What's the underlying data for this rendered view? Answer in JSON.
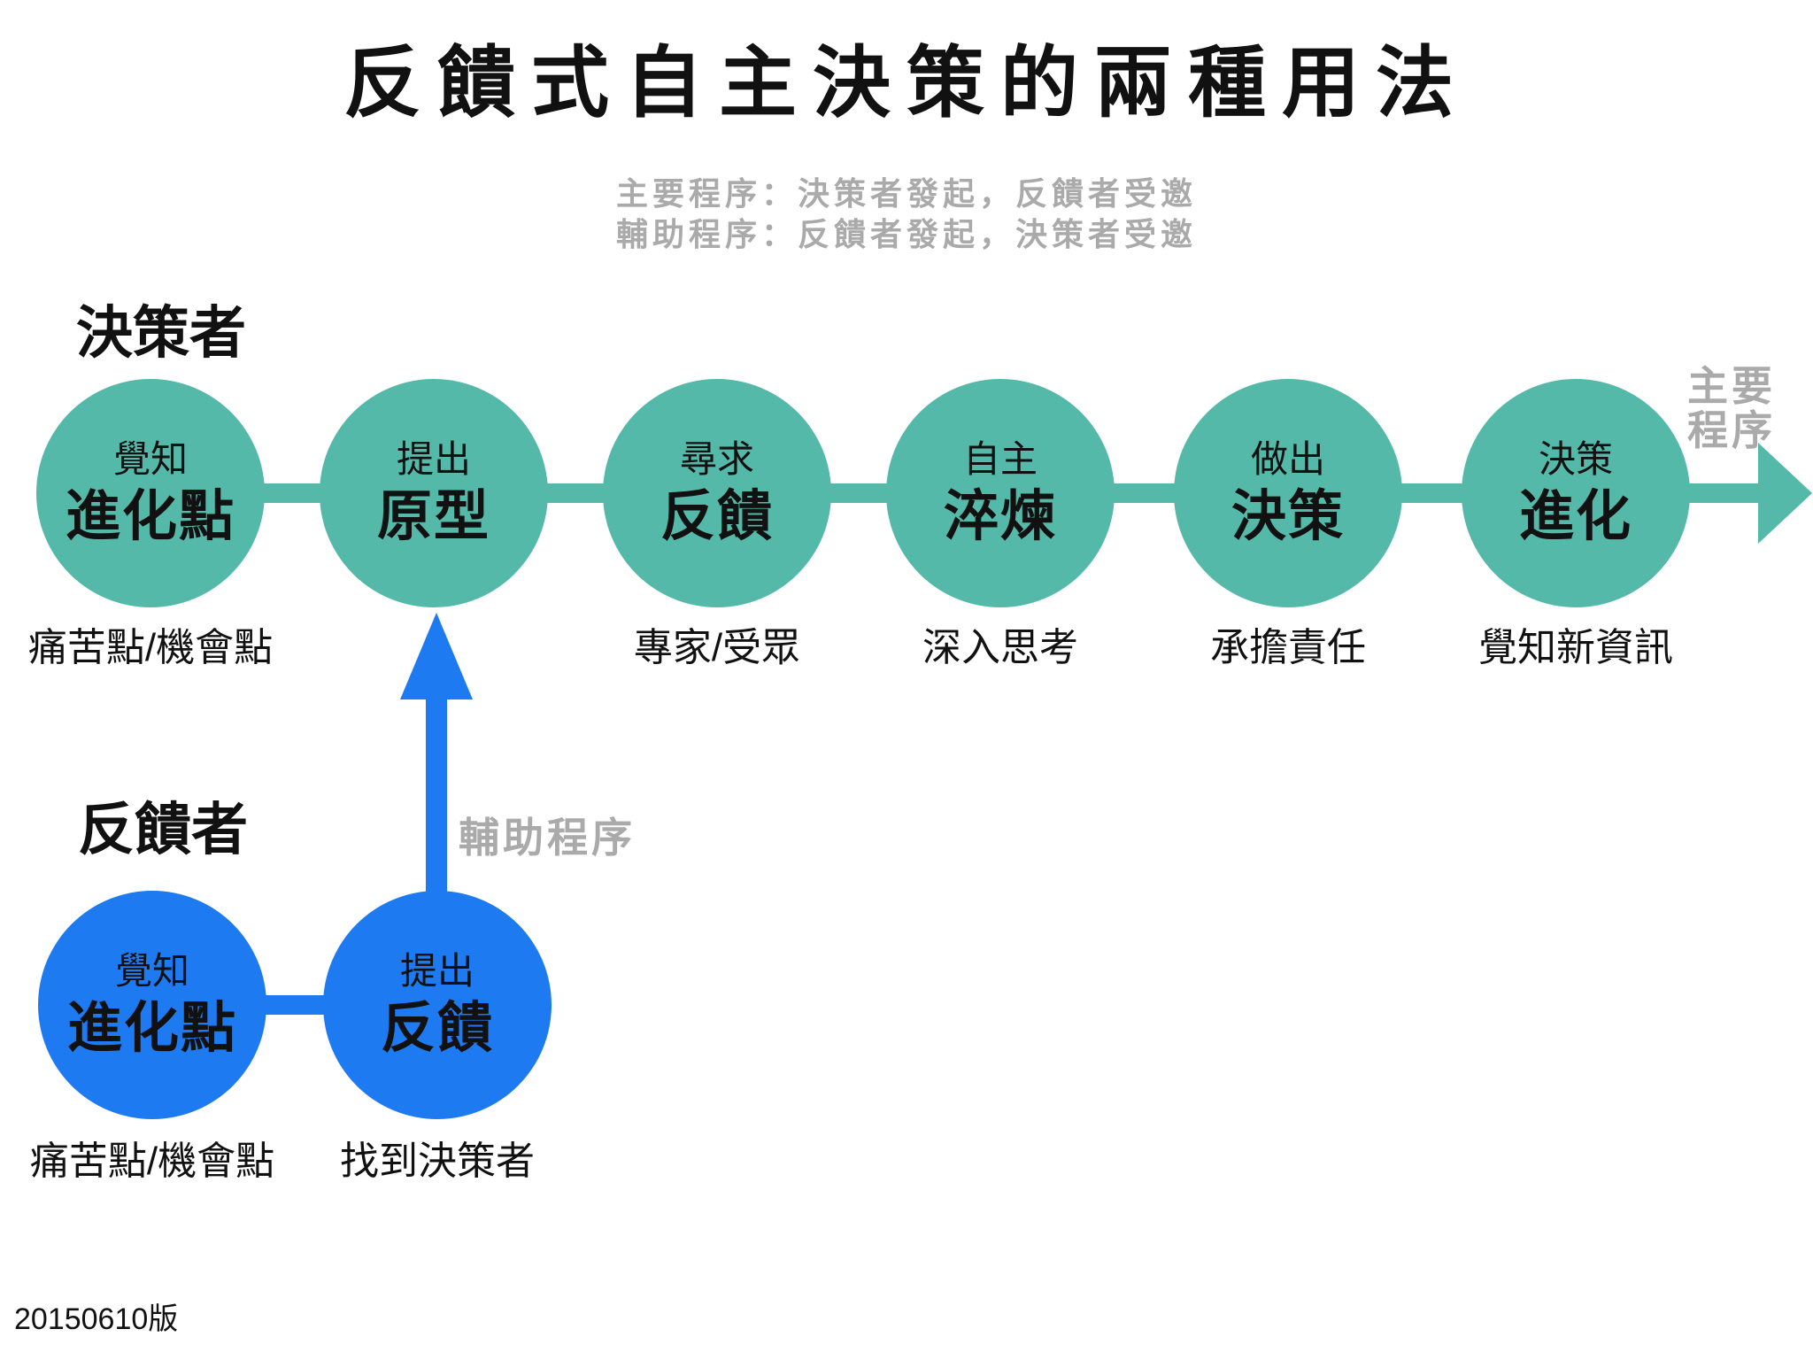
{
  "title": "反饋式自主決策的兩種用法",
  "subtitle": {
    "line1": "主要程序：決策者發起，反饋者受邀",
    "line2": "輔助程序：反饋者發起，決策者受邀"
  },
  "colors": {
    "teal": "#54b9a8",
    "blue": "#1e7af0",
    "gray_text": "#aaaaaa",
    "black_text": "#111111"
  },
  "main_flow": {
    "section_label": "決策者",
    "flow_label_line1": "主要",
    "flow_label_line2": "程序",
    "steps": [
      {
        "action": "覺知",
        "object": "進化點",
        "caption": "痛苦點/機會點"
      },
      {
        "action": "提出",
        "object": "原型"
      },
      {
        "action": "尋求",
        "object": "反饋",
        "caption": "專家/受眾"
      },
      {
        "action": "自主",
        "object": "淬煉",
        "caption": "深入思考"
      },
      {
        "action": "做出",
        "object": "決策",
        "caption": "承擔責任"
      },
      {
        "action": "決策",
        "object": "進化",
        "caption": "覺知新資訊"
      }
    ]
  },
  "secondary_flow": {
    "section_label": "反饋者",
    "flow_label": "輔助程序",
    "steps": [
      {
        "action": "覺知",
        "object": "進化點",
        "caption": "痛苦點/機會點"
      },
      {
        "action": "提出",
        "object": "反饋",
        "caption": "找到決策者"
      }
    ]
  },
  "footer": {
    "version": "20150610版"
  }
}
